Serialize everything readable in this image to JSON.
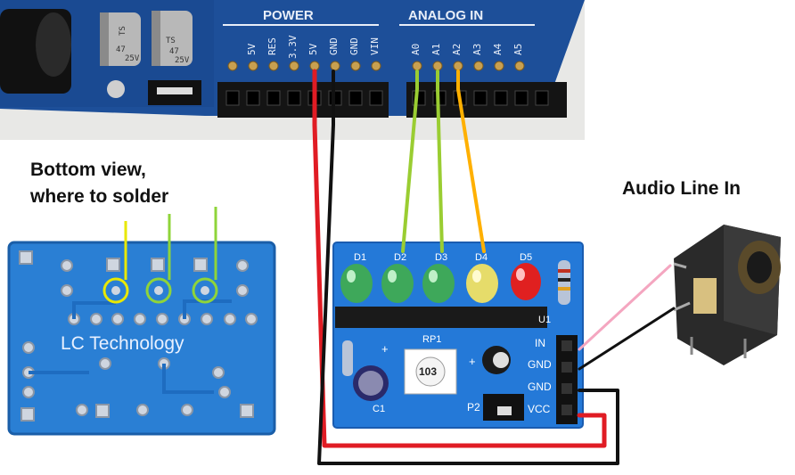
{
  "captions": {
    "bottom_view_line1": "Bottom view,",
    "bottom_view_line2": "where to solder",
    "audio_line_in": "Audio Line In"
  },
  "arduino": {
    "power_label": "POWER",
    "analog_label": "ANALOG IN",
    "power_pins": [
      "5V",
      "RES",
      "3.3V",
      "5V",
      "GND",
      "GND",
      "VIN"
    ],
    "analog_pins": [
      "A0",
      "A1",
      "A2",
      "A3",
      "A4",
      "A5"
    ],
    "capacitor_text": [
      "TS",
      "47",
      "25V"
    ]
  },
  "lc_board": {
    "label": "LC Technology"
  },
  "vu_board": {
    "leds": [
      "D1",
      "D2",
      "D3",
      "D4",
      "D5"
    ],
    "pins": [
      "IN",
      "GND",
      "GND",
      "VCC"
    ],
    "labels": {
      "u1": "U1",
      "rp1": "RP1",
      "pot_code": "103",
      "c1": "C1",
      "p2": "P2",
      "plus": "+"
    }
  },
  "colors": {
    "board_blue": "#1f6ec8",
    "wire_red": "#e01c24",
    "wire_black": "#111111",
    "wire_green": "#9acd32",
    "wire_orange": "#ffb000",
    "wire_pink": "#f4a6c0",
    "highlight_yellow": "#e8e800",
    "highlight_green": "#8fd43a"
  }
}
